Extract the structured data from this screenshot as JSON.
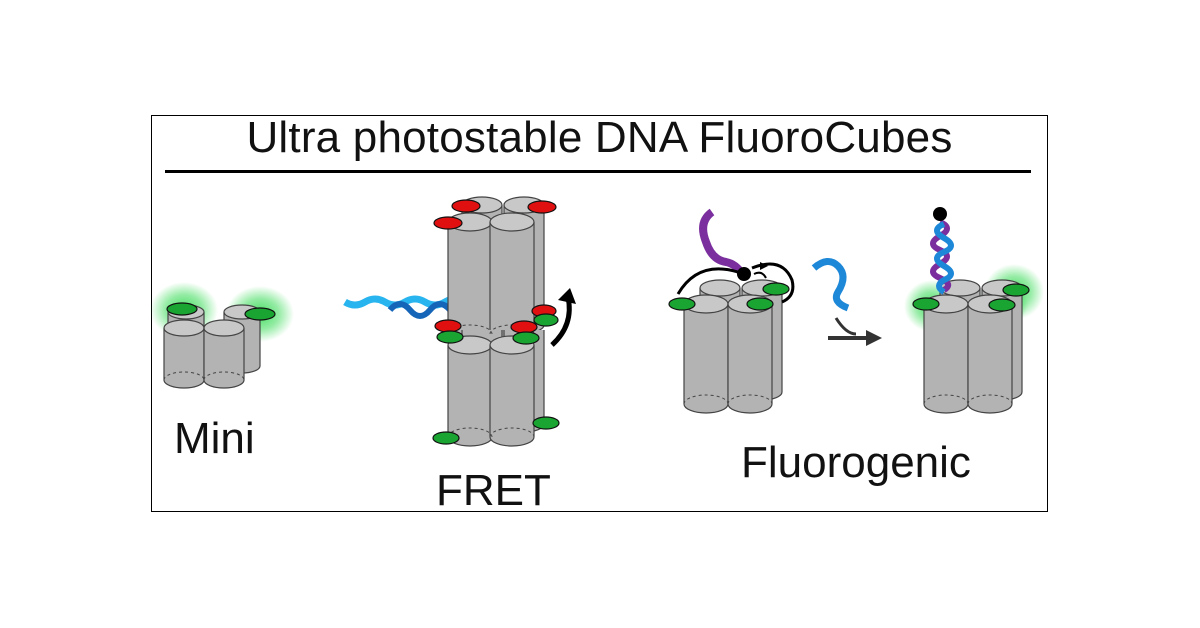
{
  "title": "Ultra photostable DNA FluoroCubes",
  "labels": {
    "mini": "Mini",
    "fret": "FRET",
    "fluorogenic": "Fluorogenic"
  },
  "colors": {
    "cylinder_fill": "#b3b3b3",
    "cylinder_top": "#c8c8c8",
    "dye_green": "#1aa532",
    "dye_red": "#e01010",
    "glow_green": "#3ddc5a",
    "dna_blue": "#1e88d8",
    "dna_purple": "#7b2f9e",
    "quencher": "#000000"
  }
}
